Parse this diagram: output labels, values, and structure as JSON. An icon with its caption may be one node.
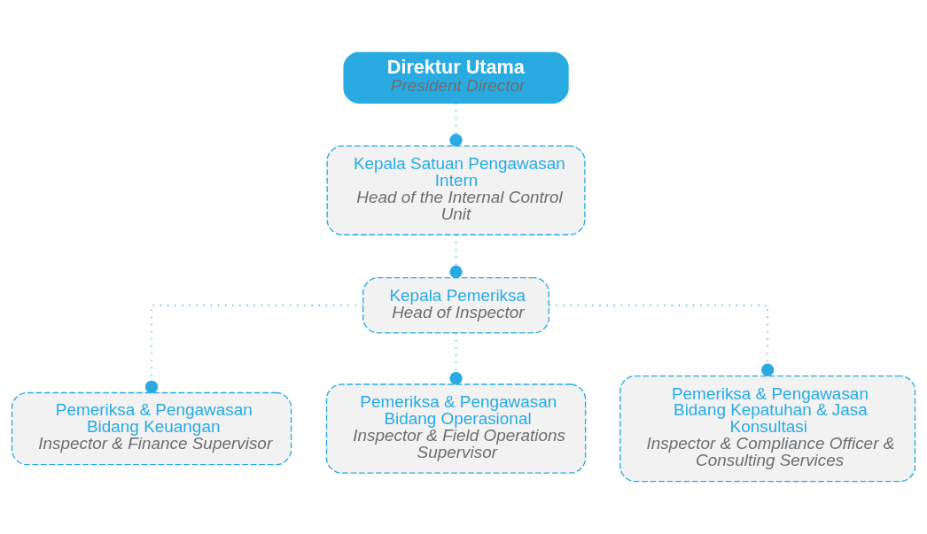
{
  "diagram": {
    "nodes": [
      {
        "text": [
          "Direktur Utama",
          "President Director"
        ]
      },
      {
        "text": [
          "Kepala Satuan Pengawasan Intern",
          "Head of the Internal Control Unit"
        ]
      },
      {
        "text": [
          "Kepala Pemeriksa",
          "Head of Inspector"
        ]
      },
      {
        "text": [
          "Pemeriksa & Pengawasan Bidang Keuangan",
          "Inspector & Finance Supervisor"
        ]
      },
      {
        "text": [
          "Pemeriksa & Pengawasan Bidang Operasional",
          "Inspector & Field Operations Supervisor"
        ]
      },
      {
        "text": [
          "Pemeriksa & Pengawasan Bidang Kepatuhan & Jasa Konsultasi",
          "Inspector & Compliance Officer & Consulting Services"
        ]
      }
    ],
    "edges": [
      {
        "from": 0,
        "to": 1,
        "arrow": "other"
      },
      {
        "from": 1,
        "to": 2,
        "arrow": "other"
      },
      {
        "from": 2,
        "to": 3,
        "arrow": "other"
      },
      {
        "from": 2,
        "to": 4,
        "arrow": "other"
      },
      {
        "from": 2,
        "to": 5,
        "arrow": "other"
      }
    ]
  }
}
